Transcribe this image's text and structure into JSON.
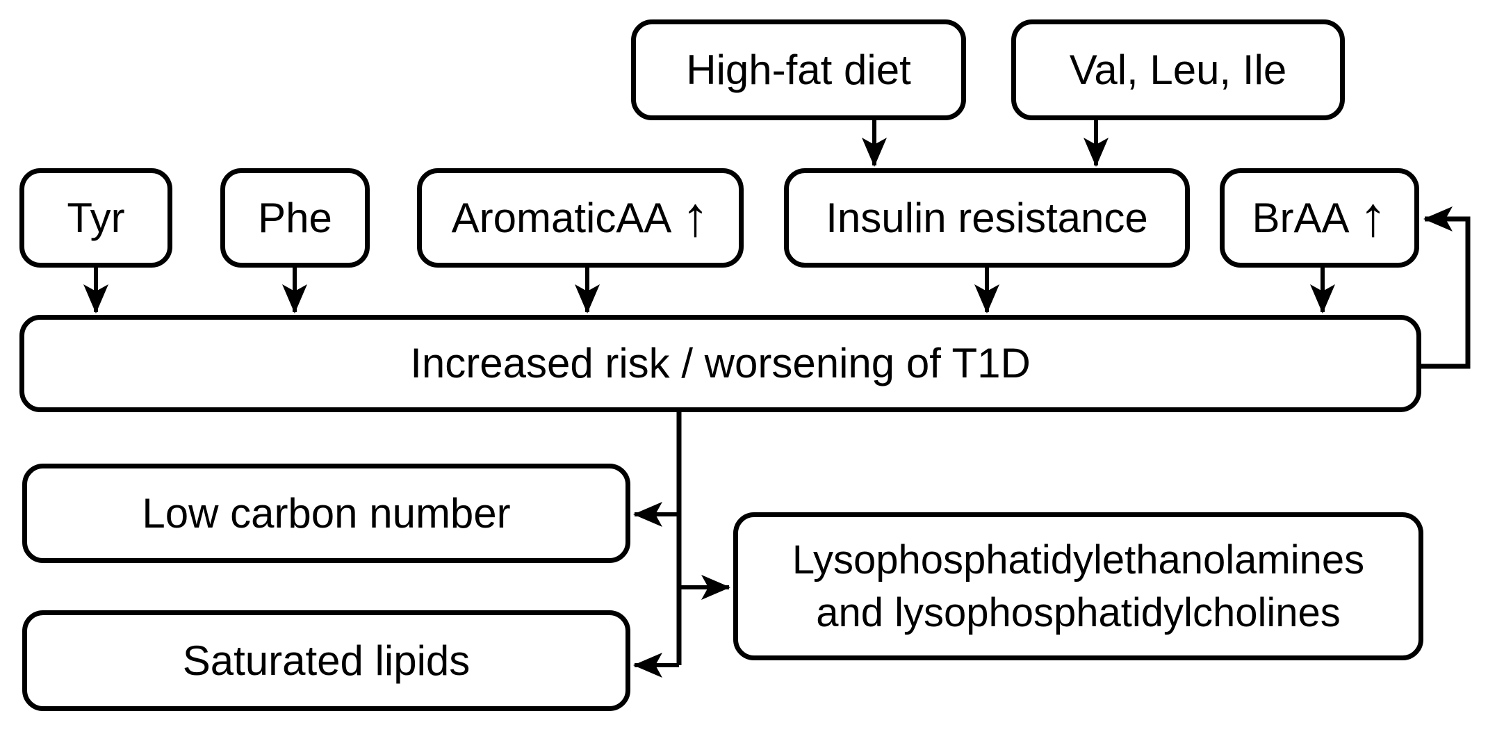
{
  "diagram": {
    "background_color": "#ffffff",
    "box_fill_color": "#ffffff",
    "box_border_color": "#000000",
    "line_color": "#000000",
    "nodes": {
      "high_fat_diet": {
        "label": "High-fat diet"
      },
      "val_leu_ile": {
        "label": "Val, Leu, Ile"
      },
      "tyr": {
        "label": "Tyr"
      },
      "phe": {
        "label": "Phe"
      },
      "aromatic_aa": {
        "label": "AromaticAA",
        "arrow": "↑"
      },
      "insulin_resistance": {
        "label": "Insulin resistance"
      },
      "braa": {
        "label": "BrAA",
        "arrow": "↑"
      },
      "t1d": {
        "label": "Increased risk / worsening of T1D"
      },
      "low_carbon_number": {
        "label": "Low carbon number"
      },
      "saturated_lipids": {
        "label": "Saturated lipids"
      },
      "lysophospholipids": {
        "label_line1": "Lysophosphatidylethanolamines",
        "label_line2": "and lysophosphatidylcholines"
      }
    },
    "edges": [
      {
        "from": "high_fat_diet",
        "to": "insulin_resistance"
      },
      {
        "from": "val_leu_ile",
        "to": "insulin_resistance"
      },
      {
        "from": "tyr",
        "to": "t1d"
      },
      {
        "from": "phe",
        "to": "t1d"
      },
      {
        "from": "aromatic_aa",
        "to": "t1d"
      },
      {
        "from": "insulin_resistance",
        "to": "t1d"
      },
      {
        "from": "braa",
        "to": "t1d"
      },
      {
        "from": "t1d",
        "to": "braa"
      },
      {
        "from": "t1d",
        "to": "low_carbon_number"
      },
      {
        "from": "t1d",
        "to": "lysophospholipids"
      },
      {
        "from": "t1d",
        "to": "saturated_lipids"
      }
    ]
  }
}
